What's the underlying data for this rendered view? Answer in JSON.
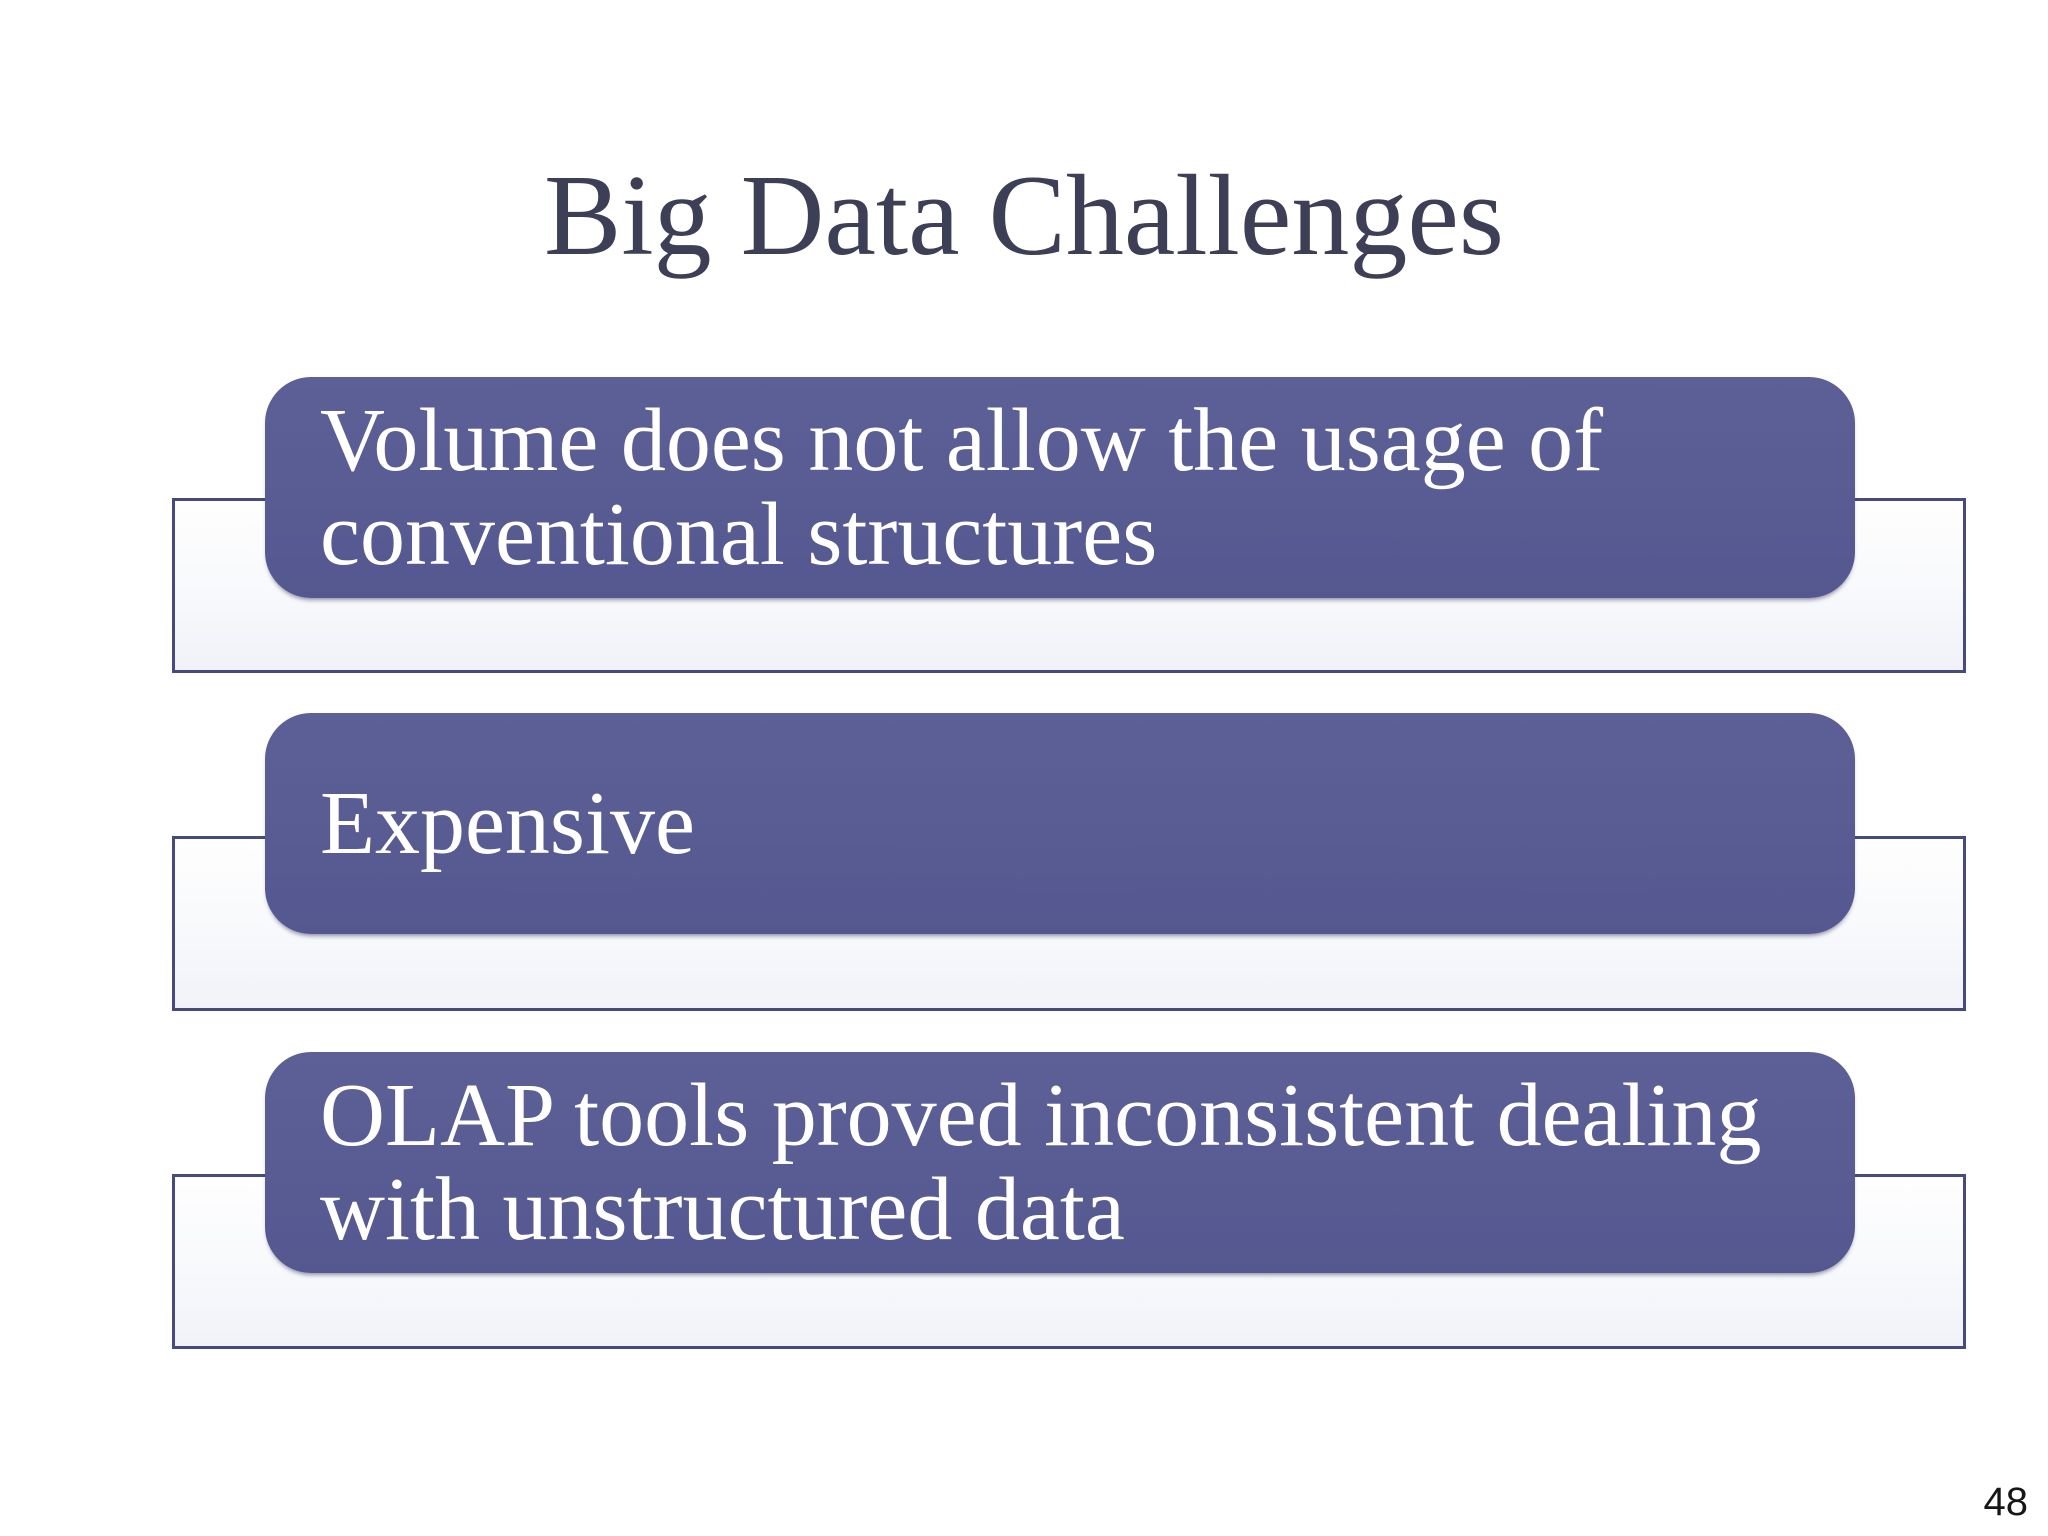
{
  "title": "Big Data Challenges",
  "items": [
    {
      "text": "Volume does not allow the usage of conventional structures"
    },
    {
      "text": "Expensive"
    },
    {
      "text": "OLAP tools proved inconsistent dealing with unstructured data"
    }
  ],
  "page_number": "48",
  "colors": {
    "background": "#ffffff",
    "title_text": "#3c3f55",
    "box_fill": "#595b93",
    "box_text": "#ffffff",
    "back_panel_border": "#474a7d",
    "back_panel_fill": "#fbfbfd",
    "page_number_text": "#161616"
  }
}
